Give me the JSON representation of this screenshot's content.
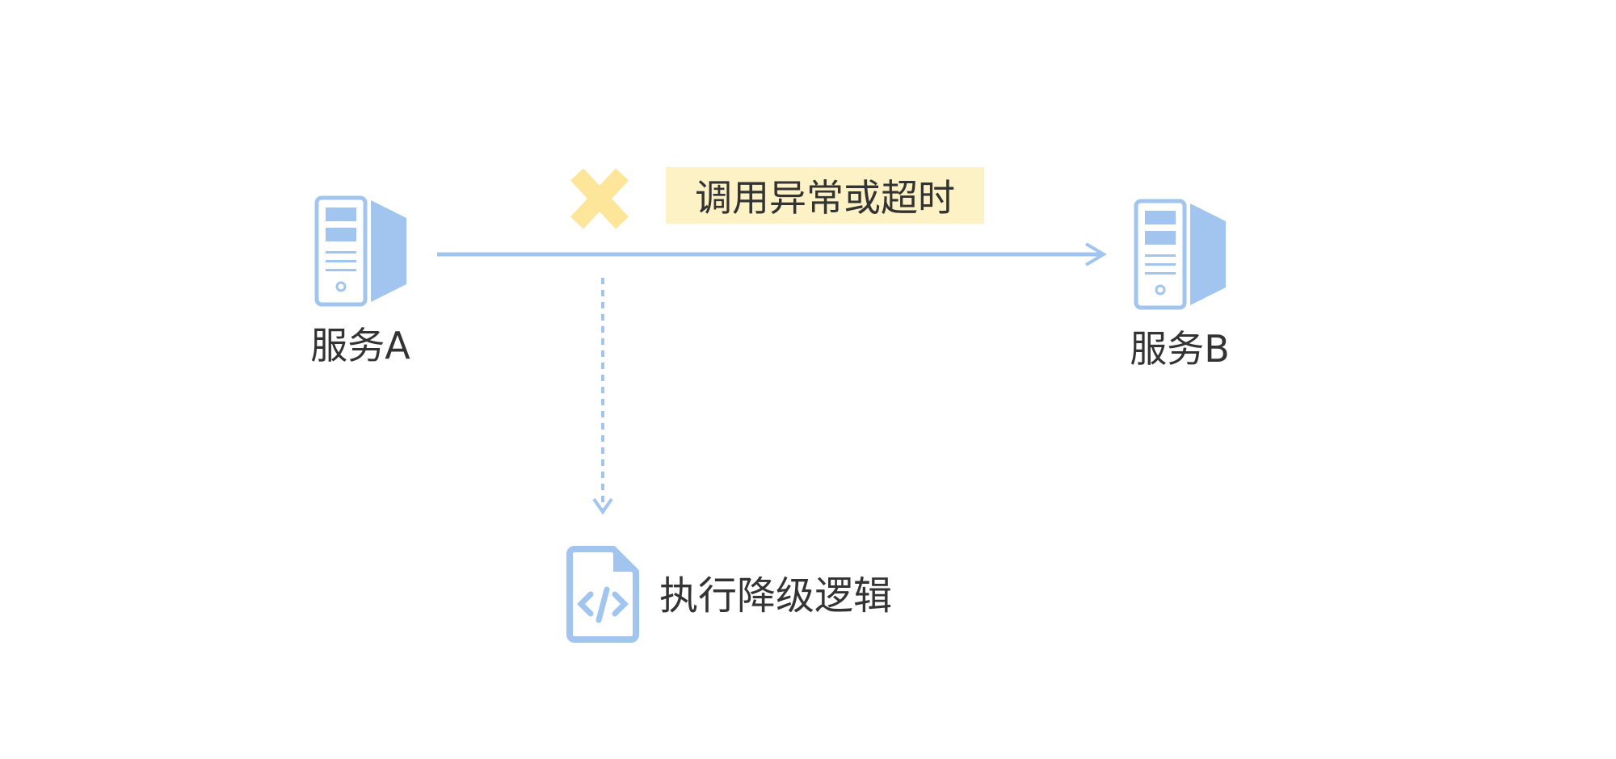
{
  "service_a": {
    "label": "服务A"
  },
  "service_b": {
    "label": "服务B"
  },
  "call": {
    "error_label": "调用异常或超时",
    "error_icon": "x-mark-icon"
  },
  "fallback": {
    "label": "执行降级逻辑",
    "icon": "code-file-icon"
  },
  "colors": {
    "accent": "#a2c5ef",
    "warning": "#fde59a",
    "warning_bg": "#fdf1c6",
    "text": "#333333"
  }
}
